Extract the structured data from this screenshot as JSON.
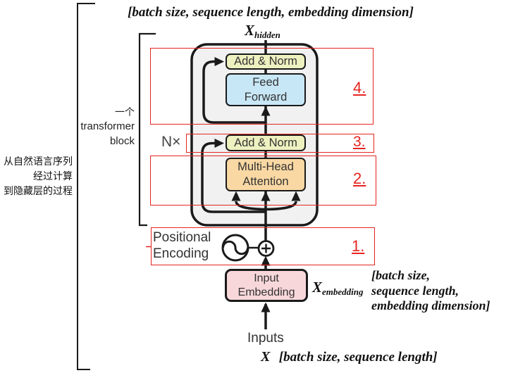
{
  "colors": {
    "annotation_red": "#e62420",
    "container_fill": "#f1f1f1",
    "add_norm_fill": "#edf1c0",
    "feed_forward_fill": "#c8e7f6",
    "attention_fill": "#f9d8a3",
    "embedding_fill": "#f8d7da",
    "line_black": "#1a1a1a"
  },
  "top": {
    "shape_label": "[batch size, sequence length, embedding dimension]",
    "hidden_var": "X",
    "hidden_sub": "hidden"
  },
  "left_labels": {
    "block_cn": "一个",
    "block_en1": "transformer",
    "block_en2": "block",
    "process_cn1": "从自然语言序列",
    "process_cn2": "经过计算",
    "process_cn3": "到隐藏层的过程",
    "repeat": "N×"
  },
  "transformer_block": {
    "add_norm_top": "Add & Norm",
    "feed_forward1": "Feed",
    "feed_forward2": "Forward",
    "add_norm_mid": "Add & Norm",
    "attention1": "Multi-Head",
    "attention2": "Attention"
  },
  "annotations": {
    "step1": "1.",
    "step2": "2.",
    "step3": "3.",
    "step4": "4."
  },
  "positional_encoding": {
    "line1": "Positional",
    "line2": "Encoding"
  },
  "input_embedding": {
    "line1": "Input",
    "line2": "Embedding",
    "var": "X",
    "var_sub": "embedding",
    "shape1": "[batch size,",
    "shape2": "sequence length,",
    "shape3": "embedding dimension]"
  },
  "inputs": {
    "label": "Inputs",
    "var": "X",
    "shape": "[batch size, sequence length]"
  }
}
